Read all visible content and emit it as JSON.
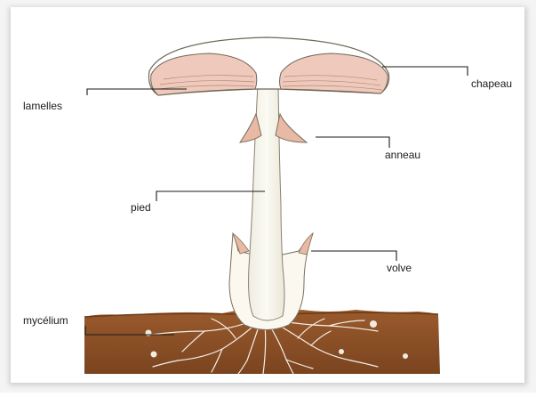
{
  "labels": {
    "chapeau": "chapeau",
    "lamelles": "lamelles",
    "anneau": "anneau",
    "pied": "pied",
    "volve": "volve",
    "mycelium": "mycélium"
  }
}
